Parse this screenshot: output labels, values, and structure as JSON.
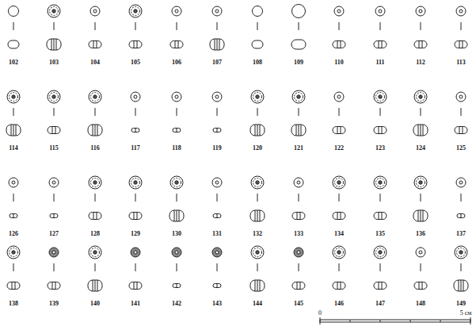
{
  "diagram": {
    "labels": [
      "102",
      "103",
      "104",
      "105",
      "106",
      "107",
      "108",
      "109",
      "110",
      "111",
      "112",
      "113",
      "114",
      "115",
      "116",
      "117",
      "118",
      "119",
      "120",
      "121",
      "122",
      "123",
      "124",
      "125",
      "126",
      "127",
      "128",
      "129",
      "130",
      "131",
      "132",
      "133",
      "134",
      "135",
      "136",
      "137",
      "138",
      "139",
      "140",
      "141",
      "142",
      "143",
      "144",
      "145",
      "146",
      "147",
      "148",
      "149",
      "0",
      "5 см"
    ]
  }
}
